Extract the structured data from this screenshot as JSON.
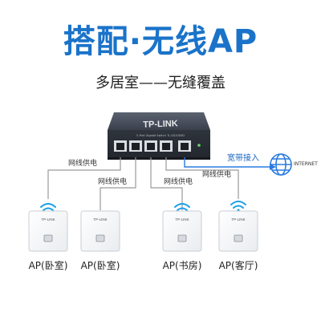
{
  "header": {
    "title": "搭配·无线AP",
    "subtitle": "多居室——无缝覆盖"
  },
  "switch": {
    "brand": "TP-LINK",
    "model": "5-Port Gigabit Switch TL-SG1005D"
  },
  "wan": {
    "label": "宽带接入",
    "internet": "INTERNET"
  },
  "cables": {
    "label_1": "网线供电",
    "label_2": "网线供电",
    "label_3": "网线供电"
  },
  "aps": [
    {
      "brand": "TP-LINK",
      "label": "AP(卧室)"
    },
    {
      "brand": "TP-LINK",
      "label": "AP(卧室)"
    },
    {
      "brand": "TP-LINK",
      "label": "AP(书房)"
    },
    {
      "brand": "TP-LINK",
      "label": "AP(客厅)"
    }
  ],
  "colors": {
    "title": "#1a73c9",
    "switch_body": "#3c4350",
    "cable": "#9a9a9a",
    "wan_cable": "#2a7be0",
    "wifi": "#1aa0e8"
  }
}
